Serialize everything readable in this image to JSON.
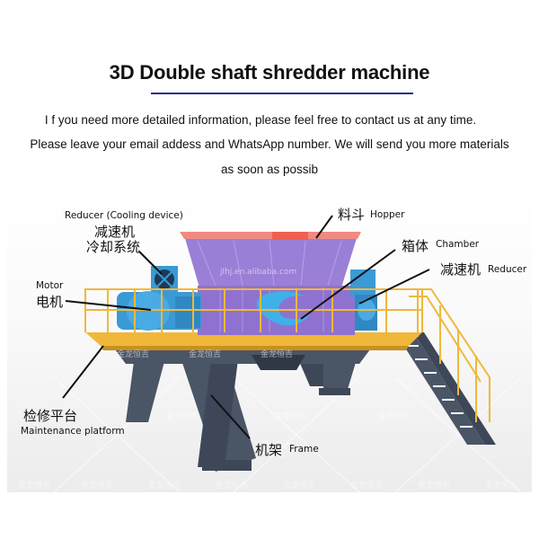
{
  "header": {
    "title": "3D Double shaft shredder machine",
    "underline_color": "#2b2e8a"
  },
  "intro": {
    "line1": "I f you need more detailed information, please feel free to contact us at any time.",
    "line2": "Please leave your email addess and WhatsApp number. We will send you more materials",
    "line3": "as soon as possib"
  },
  "diagram": {
    "watermark_center": "jlhj.en.alibaba.com",
    "watermark_brand": "金龙恒吉",
    "colors": {
      "hopper": "#9a7fd6",
      "motor": "#3a9ad6",
      "railing": "#f0b83a",
      "frame": "#4a5566",
      "plate": "#f06050"
    },
    "labels": {
      "reducer_cooling": {
        "en": "Reducer (Cooling device)",
        "cn_line1": "减速机",
        "cn_line2": "冷却系统"
      },
      "hopper": {
        "cn": "料斗",
        "en": "Hopper"
      },
      "chamber": {
        "cn": "箱体",
        "en": "Chamber"
      },
      "reducer": {
        "cn": "减速机",
        "en": "Reducer"
      },
      "motor": {
        "en": "Motor",
        "cn": "电机"
      },
      "platform": {
        "cn": "检修平台",
        "en": "Maintenance platform"
      },
      "frame": {
        "cn": "机架",
        "en": "Frame"
      }
    }
  }
}
